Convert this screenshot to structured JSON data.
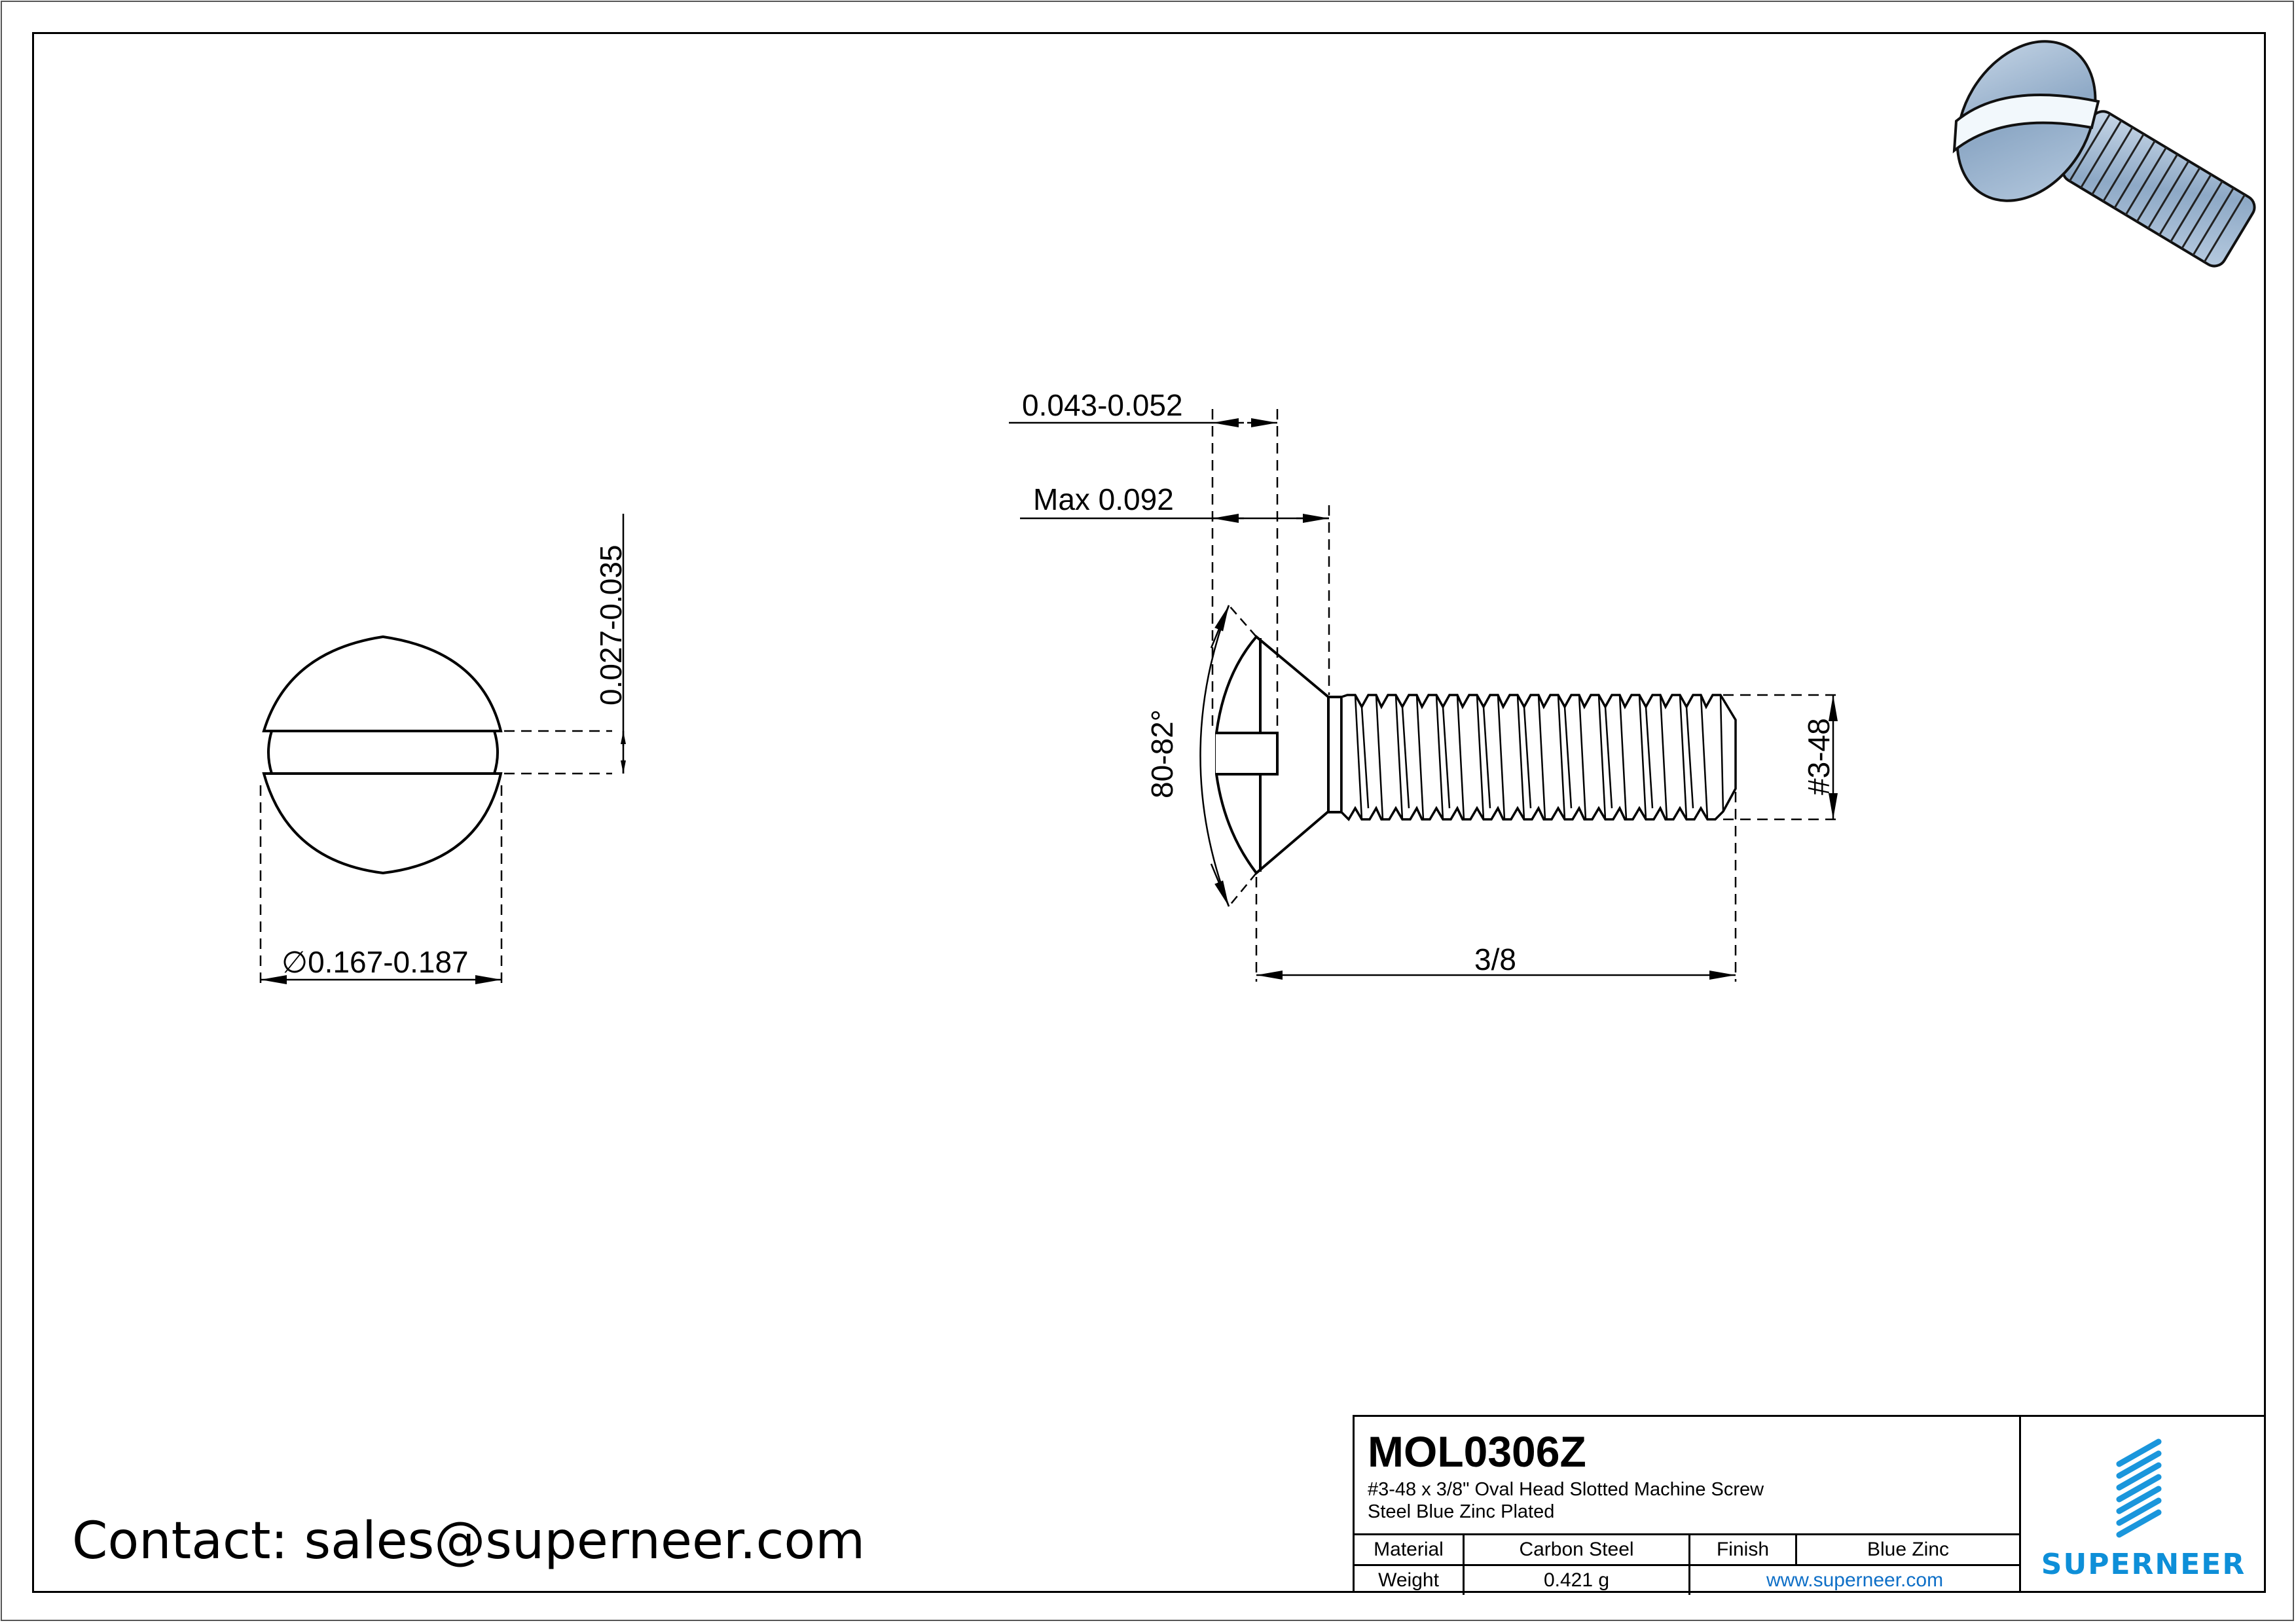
{
  "drawing": {
    "type": "engineering-drawing",
    "subject": "#3-48 x 3/8\" Oval Head Slotted Machine Screw",
    "colors": {
      "line": "#000000",
      "brand_blue": "#0e8fd8",
      "screw_render_blue": "#9fb8d4"
    }
  },
  "dimensions": {
    "top_view": {
      "slot_width": "0.027-0.035",
      "head_diameter_symbol": "∅",
      "head_diameter": "0.167-0.187"
    },
    "side_view": {
      "slot_depth": "0.043-0.052",
      "head_height": "Max 0.092",
      "head_angle": "80-82°",
      "thread_size": "#3-48",
      "length": "3/8"
    }
  },
  "title_block": {
    "part_number": "MOL0306Z",
    "description_line1": "#3-48 x 3/8\" Oval Head Slotted Machine Screw",
    "description_line2": "Steel Blue Zinc Plated",
    "table": {
      "material_label": "Material",
      "material_value": "Carbon Steel",
      "finish_label": "Finish",
      "finish_value": "Blue Zinc",
      "weight_label": "Weight",
      "weight_value": "0.421 g",
      "website": "www.superneer.com"
    },
    "logo": {
      "icon": "striped-s-logo-icon",
      "brand": "SUPERNEER"
    }
  },
  "contact": {
    "text": "Contact: sales@superneer.com"
  }
}
